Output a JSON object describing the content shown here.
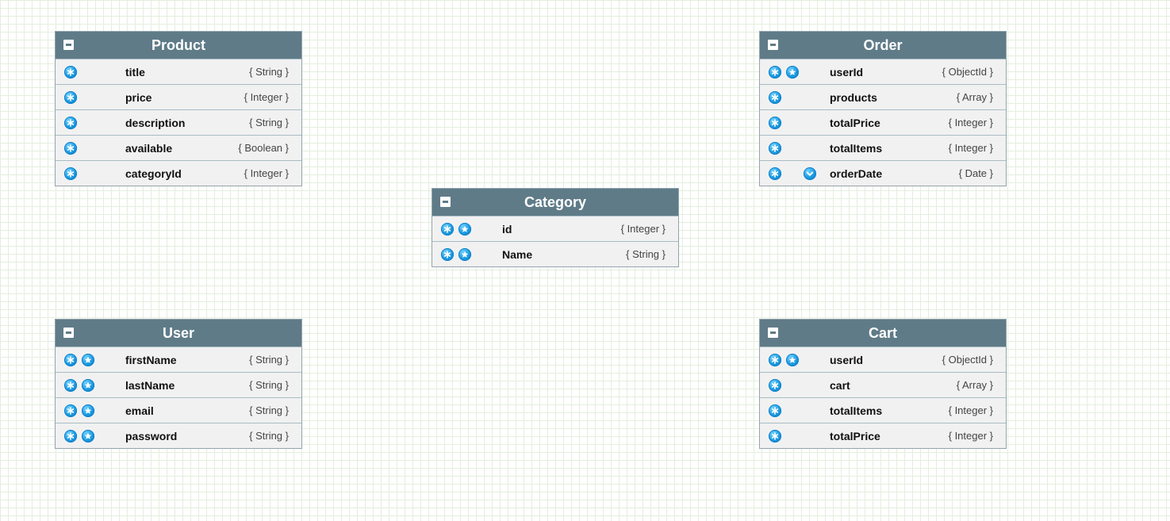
{
  "entities": {
    "product": {
      "title": "Product",
      "fields": [
        {
          "name": "title",
          "type": "{ String }",
          "icons": [
            "asterisk-icon"
          ]
        },
        {
          "name": "price",
          "type": "{ Integer }",
          "icons": [
            "asterisk-icon"
          ]
        },
        {
          "name": "description",
          "type": "{ String }",
          "icons": [
            "asterisk-icon"
          ]
        },
        {
          "name": "available",
          "type": "{ Boolean }",
          "icons": [
            "asterisk-icon"
          ]
        },
        {
          "name": "categoryId",
          "type": "{ Integer }",
          "icons": [
            "asterisk-icon"
          ]
        }
      ]
    },
    "order": {
      "title": "Order",
      "fields": [
        {
          "name": "userId",
          "type": "{ ObjectId }",
          "icons": [
            "asterisk-icon",
            "star-icon"
          ]
        },
        {
          "name": "products",
          "type": "{ Array }",
          "icons": [
            "asterisk-icon"
          ]
        },
        {
          "name": "totalPrice",
          "type": "{ Integer }",
          "icons": [
            "asterisk-icon"
          ]
        },
        {
          "name": "totalItems",
          "type": "{ Integer }",
          "icons": [
            "asterisk-icon"
          ]
        },
        {
          "name": "orderDate",
          "type": "{ Date }",
          "icons": [
            "asterisk-icon",
            "",
            "chevron-down-icon"
          ]
        }
      ]
    },
    "category": {
      "title": "Category",
      "fields": [
        {
          "name": "id",
          "type": "{ Integer }",
          "icons": [
            "asterisk-icon",
            "star-icon"
          ]
        },
        {
          "name": "Name",
          "type": "{ String }",
          "icons": [
            "asterisk-icon",
            "star-icon"
          ]
        }
      ]
    },
    "user": {
      "title": "User",
      "fields": [
        {
          "name": "firstName",
          "type": "{ String }",
          "icons": [
            "asterisk-icon",
            "star-icon"
          ]
        },
        {
          "name": "lastName",
          "type": "{ String }",
          "icons": [
            "asterisk-icon",
            "star-icon"
          ]
        },
        {
          "name": "email",
          "type": "{ String }",
          "icons": [
            "asterisk-icon",
            "star-icon"
          ]
        },
        {
          "name": "password",
          "type": "{ String }",
          "icons": [
            "asterisk-icon",
            "star-icon"
          ]
        }
      ]
    },
    "cart": {
      "title": "Cart",
      "fields": [
        {
          "name": "userId",
          "type": "{ ObjectId }",
          "icons": [
            "asterisk-icon",
            "star-icon"
          ]
        },
        {
          "name": "cart",
          "type": "{ Array }",
          "icons": [
            "asterisk-icon"
          ]
        },
        {
          "name": "totalItems",
          "type": "{ Integer }",
          "icons": [
            "asterisk-icon"
          ]
        },
        {
          "name": "totalPrice",
          "type": "{ Integer }",
          "icons": [
            "asterisk-icon"
          ]
        }
      ]
    }
  },
  "colors": {
    "header": "#5f7b88",
    "row_bg": "#f1f1f1",
    "icon_blue": "#1a9ae0",
    "grid": "#e4eede"
  }
}
